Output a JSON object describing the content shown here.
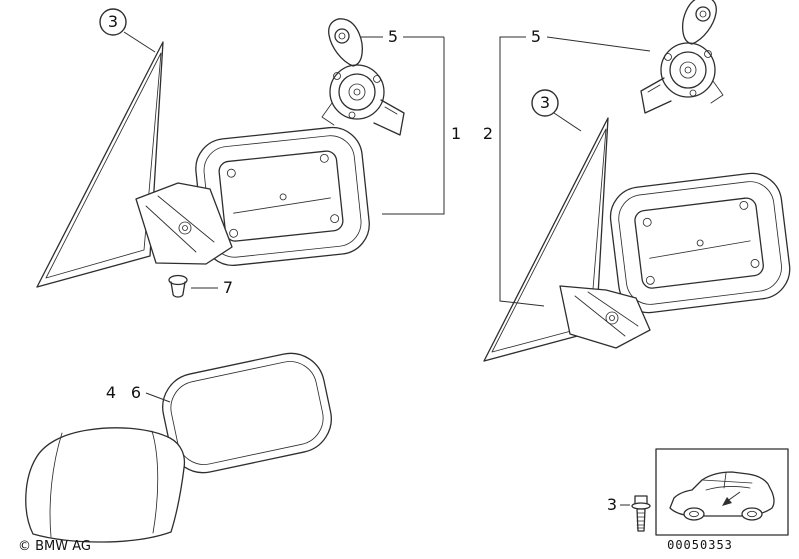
{
  "colors": {
    "background": "#ffffff",
    "line": "#2e2e2e",
    "text": "#111111"
  },
  "callouts": {
    "n1": "1",
    "n2": "2",
    "n3": "3",
    "n4": "4",
    "n5": "5",
    "n6": "6",
    "n7": "7"
  },
  "info_box": {
    "diagram_number": "00050353"
  },
  "footer": {
    "copyright": "© BMW AG"
  },
  "icons": {
    "car": "car-location-icon",
    "arrow": "location-arrow-icon",
    "screw": "bolt-icon",
    "grommet": "grommet-icon"
  }
}
